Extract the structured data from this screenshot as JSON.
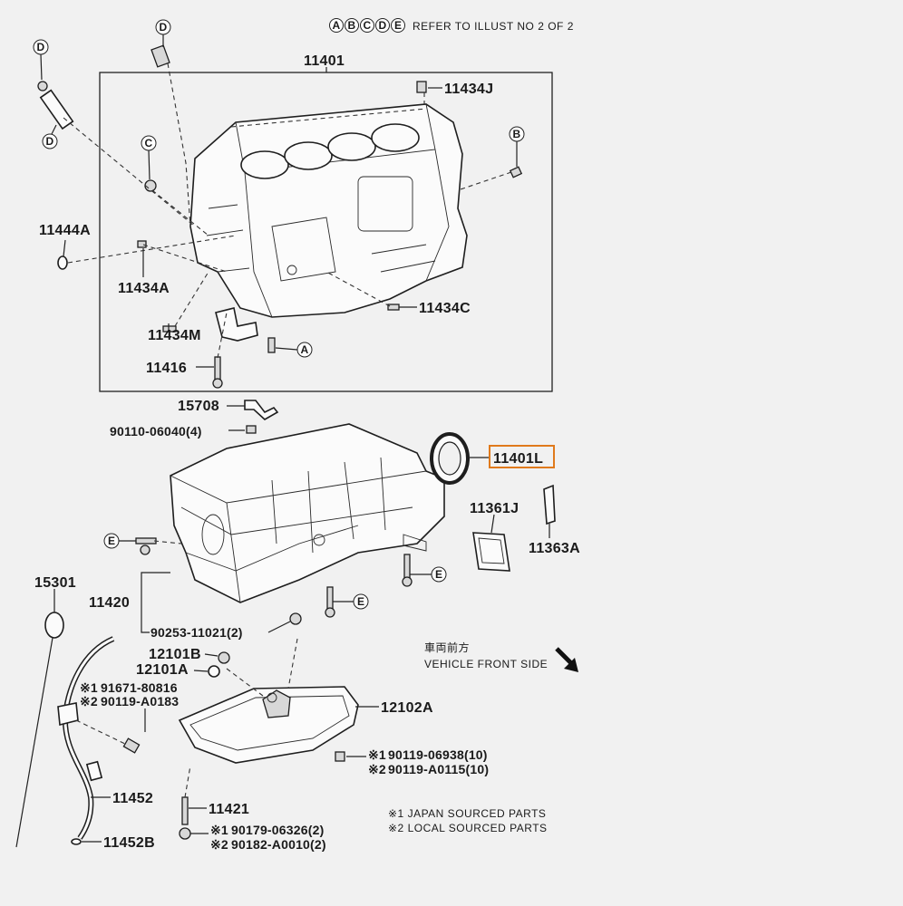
{
  "header": {
    "ref_letters": [
      "A",
      "B",
      "C",
      "D",
      "E"
    ],
    "ref_note": "REFER TO ILLUST NO  2 OF 2"
  },
  "callouts": {
    "A": "A",
    "B": "B",
    "C": "C",
    "D": "D",
    "E": "E"
  },
  "parts": {
    "p11401": "11401",
    "p11434J": "11434J",
    "p11444A": "11444A",
    "p11434A": "11434A",
    "p11434C": "11434C",
    "p11434M": "11434M",
    "p11416": "11416",
    "p15708": "15708",
    "p90110": "90110-06040(4)",
    "p11401L": "11401L",
    "p11361J": "11361J",
    "p11363A": "11363A",
    "p15301": "15301",
    "p11420": "11420",
    "p90253": "90253-11021(2)",
    "p12101B": "12101B",
    "p12101A": "12101A",
    "p91671": "91671-80816",
    "p90119A0183": "90119-A0183",
    "p12102A": "12102A",
    "p90119_06938": "90119-06938(10)",
    "p90119_A0115": "90119-A0115(10)",
    "p11452": "11452",
    "p11452B": "11452B",
    "p11421": "11421",
    "p90179": "90179-06326(2)",
    "p90182": "90182-A0010(2)"
  },
  "marks": {
    "m1": "※1",
    "m2": "※2"
  },
  "direction": {
    "jp": "車両前方",
    "en": "VEHICLE FRONT SIDE"
  },
  "legend": {
    "japan": "※1 JAPAN SOURCED PARTS",
    "local": "※2 LOCAL SOURCED PARTS"
  },
  "highlight": {
    "part": "11401L",
    "color": "#e07a1c"
  }
}
